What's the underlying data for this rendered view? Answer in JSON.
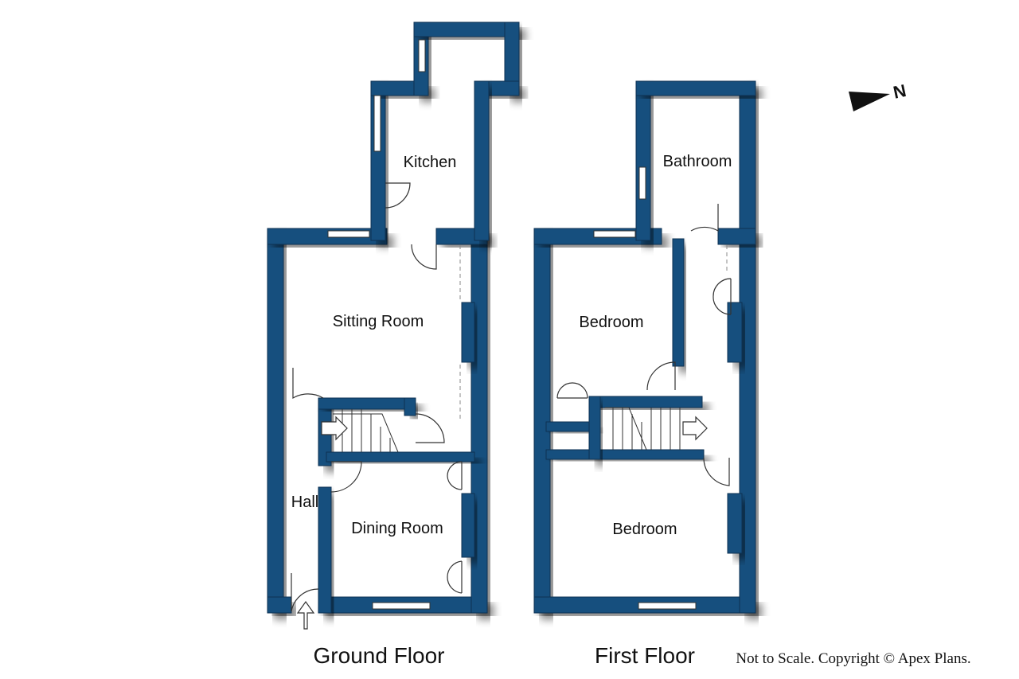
{
  "ground_floor": {
    "title": "Ground Floor",
    "rooms": {
      "kitchen": "Kitchen",
      "sitting_room": "Sitting Room",
      "hall": "Hall",
      "dining_room": "Dining Room"
    }
  },
  "first_floor": {
    "title": "First Floor",
    "rooms": {
      "bathroom": "Bathroom",
      "bedroom_rear": "Bedroom",
      "bedroom_front": "Bedroom"
    }
  },
  "compass": {
    "letter": "N"
  },
  "copyright": "Not to Scale. Copyright © Apex Plans.",
  "colors": {
    "wall": "#12507e",
    "background": "#ffffff"
  }
}
